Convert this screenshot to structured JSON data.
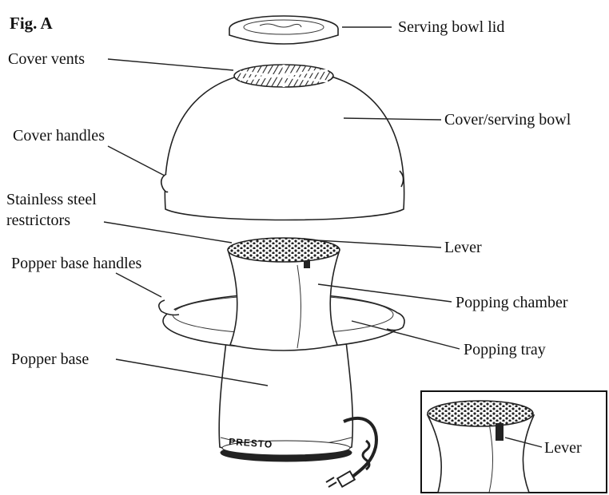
{
  "figure": {
    "title": "Fig. A",
    "brand": "PRESTO",
    "labels": {
      "serving_bowl_lid": "Serving bowl lid",
      "cover_vents": "Cover vents",
      "cover_serving_bowl": "Cover/serving bowl",
      "cover_handles": "Cover handles",
      "restrictors_line1": "Stainless steel",
      "restrictors_line2": "restrictors",
      "lever": "Lever",
      "popper_base_handles": "Popper base handles",
      "popping_chamber": "Popping chamber",
      "popping_tray": "Popping tray",
      "popper_base": "Popper base",
      "inset_lever": "Lever"
    }
  }
}
